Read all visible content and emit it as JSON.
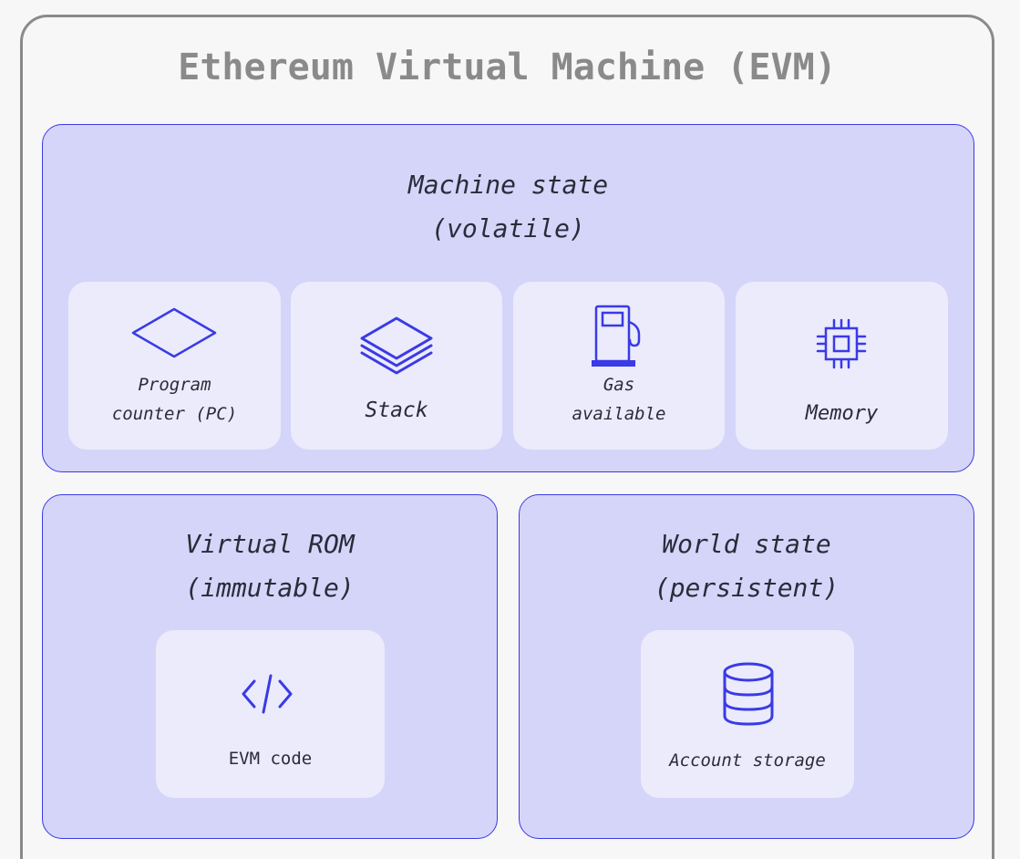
{
  "title": "Ethereum Virtual Machine (EVM)",
  "machine_state": {
    "title_line1": "Machine state",
    "title_line2": "(volatile)",
    "cards": [
      {
        "label_line1": "Program",
        "label_line2": "counter (PC)",
        "icon": "diamond-icon"
      },
      {
        "label": "Stack",
        "icon": "layers-icon"
      },
      {
        "label_line1": "Gas",
        "label_line2": "available",
        "icon": "gas-pump-icon"
      },
      {
        "label": "Memory",
        "icon": "chip-icon"
      }
    ]
  },
  "virtual_rom": {
    "title_line1": "Virtual ROM",
    "title_line2": "(immutable)",
    "card": {
      "label": "EVM code",
      "icon": "code-icon"
    }
  },
  "world_state": {
    "title_line1": "World state",
    "title_line2": "(persistent)",
    "card": {
      "label": "Account storage",
      "icon": "database-icon"
    }
  },
  "colors": {
    "accent": "#3a3ae6",
    "section_fill": "#d5d5fa",
    "card_fill": "#ebebfb",
    "title_gray": "#8a8a8a"
  }
}
